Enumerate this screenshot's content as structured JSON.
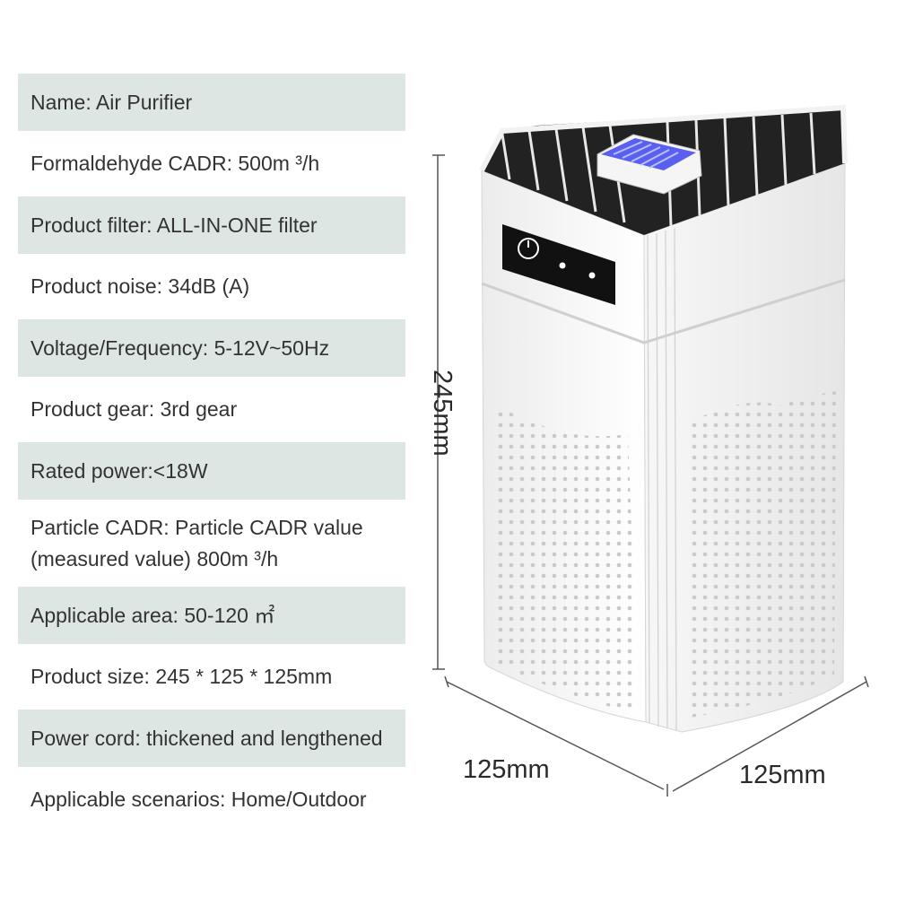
{
  "specs": [
    {
      "text": "Name: Air Purifier",
      "shaded": true
    },
    {
      "text": "Formaldehyde CADR: 500m ³/h",
      "shaded": false
    },
    {
      "text": "Product filter: ALL-IN-ONE filter",
      "shaded": true
    },
    {
      "text": "Product noise: 34dB (A)",
      "shaded": false
    },
    {
      "text": "Voltage/Frequency: 5-12V~50Hz",
      "shaded": true
    },
    {
      "text": "Product gear: 3rd gear",
      "shaded": false
    },
    {
      "text": "Rated power:<18W",
      "shaded": true
    },
    {
      "text": "Particle CADR: Particle CADR value (measured value) 800m ³/h",
      "shaded": false,
      "tall": true
    },
    {
      "text": "Applicable area: 50-120 ㎡",
      "shaded": true
    },
    {
      "text": "Product size: 245 * 125 * 125mm",
      "shaded": false
    },
    {
      "text": "Power cord: thickened and lengthened",
      "shaded": true
    },
    {
      "text": "Applicable scenarios: Home/Outdoor",
      "shaded": false
    }
  ],
  "dimensions": {
    "height": "245mm",
    "width_left": "125mm",
    "width_right": "125mm"
  },
  "colors": {
    "row_shade": "#dde6e2",
    "uv_light": "#5b5ff0",
    "body": "#f4f4f4"
  }
}
